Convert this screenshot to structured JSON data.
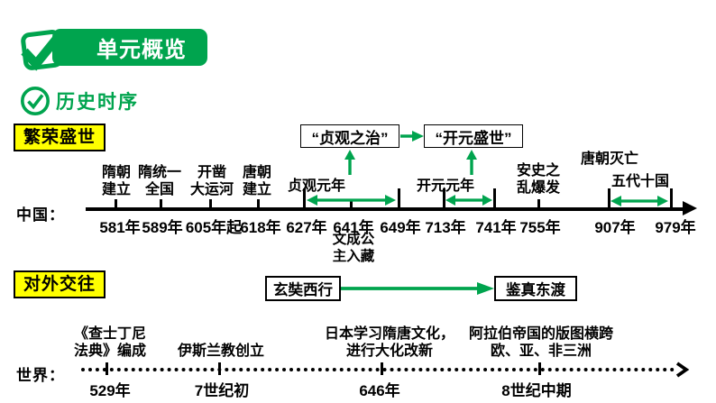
{
  "colors": {
    "green": "#00a44e",
    "yellow": "#ffff00"
  },
  "header": {
    "badge": "单元概览",
    "section": "历史时序"
  },
  "china": {
    "badge": "繁荣盛世",
    "axis_label": "中国：",
    "period_boxes": {
      "zhenguan": "“贞观之治”",
      "kaiyuan": "“开元盛世”"
    },
    "events": {
      "sui_found": "隋朝\n建立",
      "sui_unify": "隋统一\n全国",
      "canal": "开凿\n大运河",
      "tang_found": "唐朝\n建立",
      "zhenguan_year1": "贞观元年",
      "kaiyuan_year1": "开元元年",
      "anshi_rebellion": "安史之\n乱爆发",
      "tang_fall": "唐朝灭亡",
      "five_dynasties": "五代十国"
    },
    "note_below": "文成公\n主入藏",
    "years": [
      "581年",
      "589年",
      "605年起",
      "618年",
      "627年",
      "641年",
      "649年",
      "713年",
      "741年",
      "755年",
      "907年",
      "979年"
    ]
  },
  "foreign": {
    "badge": "对外交往",
    "xuanzang": "玄奘西行",
    "jianzhen": "鉴真东渡"
  },
  "world": {
    "axis_label": "世界：",
    "events": {
      "justinian": "《查士丁尼\n法典》编成",
      "islam": "伊斯兰教创立",
      "japan_reform": "日本学习隋唐文化，\n进行大化改新",
      "arab_empire": "阿拉伯帝国的版图横跨\n欧、亚、非三洲"
    },
    "years": [
      "529年",
      "7世纪初",
      "646年",
      "8世纪中期"
    ]
  }
}
